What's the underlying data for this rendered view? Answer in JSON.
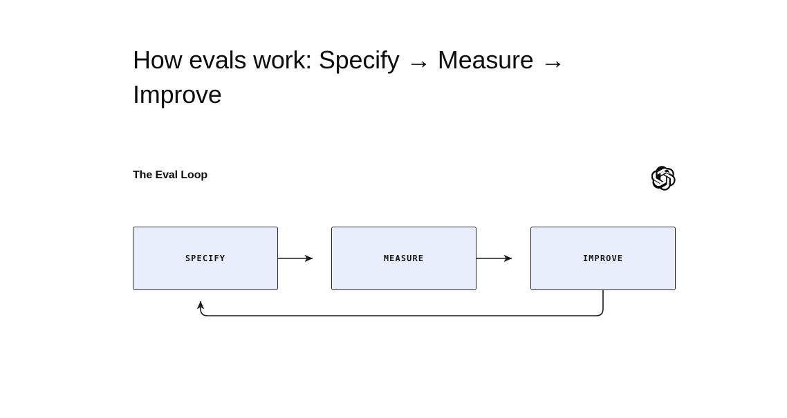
{
  "slide": {
    "background_color": "#ffffff",
    "title": "How evals work: Specify → Measure → Improve",
    "section_label": "The Eval Loop",
    "brand_icon": "openai-logo-icon"
  },
  "diagram": {
    "type": "flowchart",
    "orientation": "horizontal",
    "node_fill_color": "#e8eefc",
    "node_border_color": "#23282e",
    "connector_color": "#1a1a1a",
    "nodes": [
      {
        "id": "specify",
        "label": "SPECIFY"
      },
      {
        "id": "measure",
        "label": "MEASURE"
      },
      {
        "id": "improve",
        "label": "IMPROVE"
      }
    ],
    "connectors": [
      {
        "from": "specify",
        "to": "measure",
        "kind": "straight-arrow"
      },
      {
        "from": "measure",
        "to": "improve",
        "kind": "straight-arrow"
      },
      {
        "from": "improve",
        "to": "specify",
        "kind": "feedback-loop-arrow"
      }
    ]
  }
}
